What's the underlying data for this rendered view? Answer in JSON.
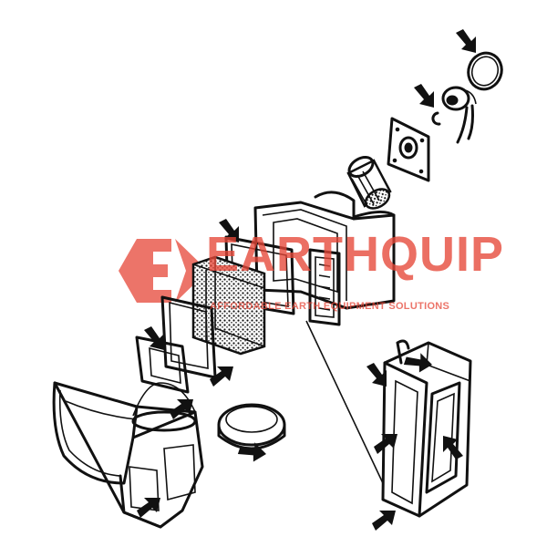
{
  "watermark": {
    "brand": "EARTHQUIP",
    "tagline": "AFFORDABLE EARTH EQUIPMENT SOLUTIONS",
    "color": "#e64637"
  },
  "parts": [
    {
      "name": "gasket-ring"
    },
    {
      "name": "motor-with-wires"
    },
    {
      "name": "mounting-plate"
    },
    {
      "name": "cylindrical-filter"
    },
    {
      "name": "filter-housing"
    },
    {
      "name": "filter-frame"
    },
    {
      "name": "panel-filter-element"
    },
    {
      "name": "filter-holder"
    },
    {
      "name": "pre-cleaner-housing"
    },
    {
      "name": "seal-ring"
    },
    {
      "name": "outer-cartridge"
    }
  ],
  "callout_arrows": 13
}
